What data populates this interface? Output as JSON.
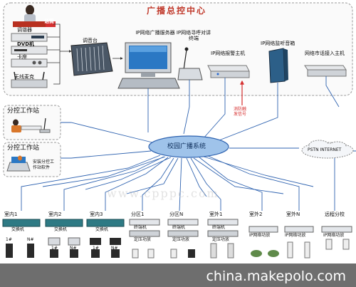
{
  "title": "广播总控中心",
  "left_devices": {
    "tuner": "调谐器",
    "dvd": "DVD机",
    "cassette": "卡座",
    "wireless_mic": "无线麦克",
    "paging_mic": "话筒"
  },
  "mixer": "调音台",
  "server": "IP网络广播服务器",
  "intercom": "IP网络寻呼对讲终端",
  "alarm": "IP网络报警主机",
  "monitor": "IP网络监听音箱",
  "phone": "网络市话接入主机",
  "fire_signal": "消防触发信号",
  "sub1": "分控工作站",
  "sub2": "分控工作站",
  "sub2_note": "安装分控工作站软件",
  "hub": "校园广播系统",
  "internet": "PSTN INTERNET",
  "faint_url": "www.cpppc.com",
  "zones": [
    {
      "name": "室内1",
      "sub": "交换机"
    },
    {
      "name": "室内2",
      "sub": "交换机"
    },
    {
      "name": "室内3",
      "sub": "交换机"
    },
    {
      "name": "分区1",
      "sub": "终端机"
    },
    {
      "name": "分区N",
      "sub": "终端机"
    },
    {
      "name": "室外1",
      "sub": "终端机"
    },
    {
      "name": "室外2",
      "sub": "IP网络功放"
    },
    {
      "name": "室外N",
      "sub": "IP网络功放"
    },
    {
      "name": "远程分校",
      "sub": "IP网络功放"
    }
  ],
  "zone_subs2": [
    "定压功放",
    "定压功放",
    "定压功放"
  ],
  "row_labels": [
    "1#",
    "N#",
    "1#",
    "N#",
    "1#",
    "N#"
  ],
  "watermark": "china.makepolo.com",
  "colors": {
    "line": "#2f63b0",
    "hub_fill": "#9fc3ea",
    "title": "#c0392b",
    "red": "#d63030"
  }
}
